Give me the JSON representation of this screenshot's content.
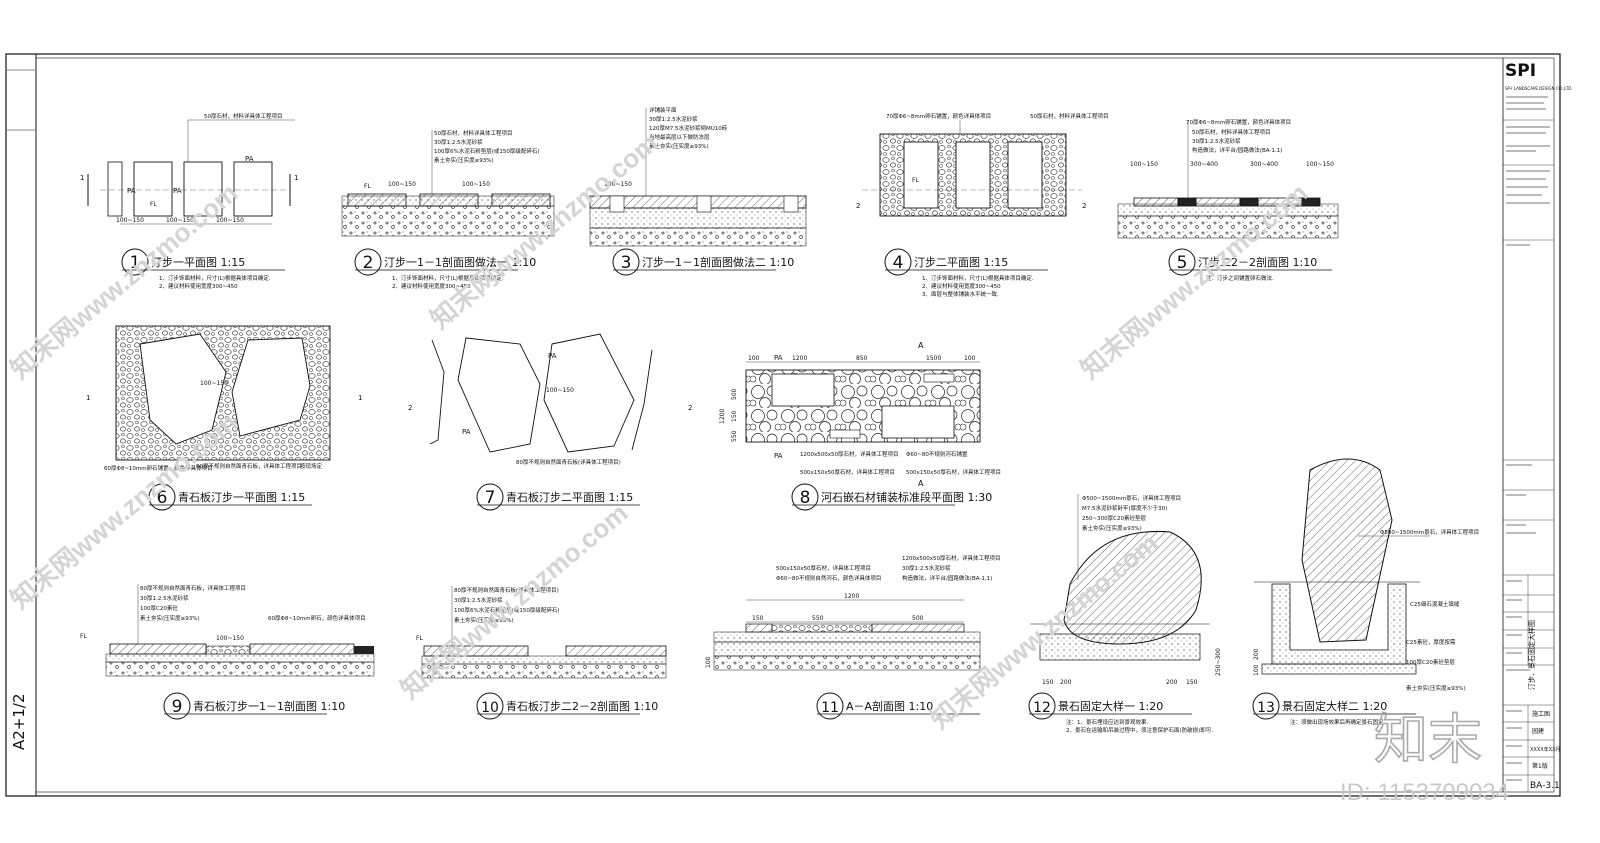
{
  "sheet": {
    "size_label": "A2+1/2",
    "firm": "SPI",
    "firm_sub": "SP-I LANDSCAPE DESIGN CO.,LTD.",
    "drawing_title": "汀步、景石固定大样图",
    "drawing_no": "BA-3.1",
    "stage": "施工图",
    "discipline": "园建",
    "date": "XXXX年XX月",
    "page_label": "第1版"
  },
  "details": [
    {
      "num": "1",
      "title": "汀步一平面图",
      "scale": "1:15",
      "notes": [
        "1、汀步饰面材料，尺寸(L)根据具体项目确定.",
        "2、建议材料使用宽度300~450"
      ],
      "callouts": [
        "50厚石材，材料详具体工程项目"
      ]
    },
    {
      "num": "2",
      "title": "汀步一1－1剖面图做法一",
      "scale": "1:10",
      "notes": [
        "1、汀步饰面材料，尺寸(L)根据具体项目确定.",
        "2、建议材料使用宽度300~450"
      ],
      "callouts": [
        "50厚石材，材料详具体工程项目",
        "30厚1:2.5水泥砂浆",
        "100厚6%水泥石粉垫层(或150厚级配碎石)",
        "素土夯实(压实度≥93%)"
      ]
    },
    {
      "num": "3",
      "title": "汀步一1－1剖面图做法二",
      "scale": "1:10",
      "notes": [],
      "callouts": [
        "详铺装平面",
        "30厚1:2.5水泥砂浆",
        "120厚M7.5水泥砂浆砌MU10砖",
        "当地最高层以下做防冻层",
        "素土夯实(压实度≥93%)"
      ]
    },
    {
      "num": "4",
      "title": "汀步二平面图",
      "scale": "1:15",
      "notes": [
        "1、汀步饰面材料，尺寸(L)根据具体项目确定.",
        "2、建议材料使用宽度300~450",
        "3、面层与整体铺装水平统一致."
      ],
      "callouts": [
        "70厚Φ6~8mm卵石铺置，颜色详具体项目",
        "50厚石材，材料详具体工程项目"
      ]
    },
    {
      "num": "5",
      "title": "汀步二2－2剖面图",
      "scale": "1:10",
      "notes": [
        "注：汀步之间铺置卵石做法."
      ],
      "callouts": [
        "70厚Φ6~8mm卵石铺置，颜色详具体项目",
        "50厚石材，材料详具体工程项目",
        "30厚1:2.5水泥砂浆",
        "构造做法，详平台/园路做法(BA-1.1)"
      ]
    },
    {
      "num": "6",
      "title": "青石板汀步一平面图",
      "scale": "1:15",
      "notes": [],
      "callouts": [
        "60厚Φ8~10mm卵石铺置，颜色详具体项目",
        "80厚不规则自然面青石板，详具体工程项目",
        "按现场定"
      ]
    },
    {
      "num": "7",
      "title": "青石板汀步二平面图",
      "scale": "1:15",
      "notes": [],
      "callouts": [
        "80厚不规则自然面青石板(详具体工程项目)"
      ]
    },
    {
      "num": "8",
      "title": "河石嵌石材铺装标准段平面图",
      "scale": "1:30",
      "notes": [],
      "callouts": [
        "1200x500x50厚石材，详具体工程项目",
        "Φ60~80不规则河石铺置",
        "500x150x50厚石材，详具体工程项目"
      ]
    },
    {
      "num": "9",
      "title": "青石板汀步一1－1剖面图",
      "scale": "1:10",
      "notes": [],
      "callouts": [
        "80厚不规则自然面青石板，详具体工程项目",
        "30厚1:2.5水泥砂浆",
        "100厚C20素砼",
        "素土夯实(压实度≥93%)",
        "60厚Φ8~10mm卵石，颜色详具体项目"
      ]
    },
    {
      "num": "10",
      "title": "青石板汀步二2－2剖面图",
      "scale": "1:10",
      "notes": [],
      "callouts": [
        "80厚不规则自然面青石板(详具体工程项目)",
        "30厚1:2.5水泥砂浆",
        "100厚6%水泥石粉垫层(或150厚级配碎石)",
        "素土夯实(压实度≥93%)"
      ]
    },
    {
      "num": "11",
      "title": "A－A剖面图",
      "scale": "1:10",
      "notes": [],
      "callouts": [
        "500x150x50厚石材，详具体工程项目",
        "Φ60~80不规则自然河石，颜色详具体项目",
        "1200x500x50厚石材，详具体工程项目",
        "30厚1:2.5水泥砂浆",
        "构造做法，详平台/园路做法(BA-1.1)"
      ]
    },
    {
      "num": "12",
      "title": "景石固定大样一",
      "scale": "1:20",
      "notes": [
        "注：1、景石埋设应达到景观效果.",
        "2、景石在运输和吊装过程中，须注意保护石面(防破损)即可."
      ],
      "callouts": [
        "Φ500~1500mm景石，详具体工程项目",
        "M7.5水泥砂浆卧牢(厚度不少于30)",
        "250~300厚C20素砼垫层",
        "素土夯实(压实度≥93%)"
      ]
    },
    {
      "num": "13",
      "title": "景石固定大样二",
      "scale": "1:20",
      "notes": [
        "注：须做出现场效果后再确定景石固定."
      ],
      "callouts": [
        "Φ500~1500mm景石，详具体工程项目",
        "C25细石混凝土填缝",
        "C25素砼，厚度按需",
        "100厚C20素砼垫层",
        "素土夯实(压实度≥93%)"
      ]
    }
  ],
  "dims": {
    "d1": [
      "100~150",
      "100~150",
      "100~150"
    ],
    "d2": "100~150",
    "d8_top": [
      "100",
      "1200",
      "850",
      "1500",
      "100"
    ],
    "d8_side": [
      "500",
      "1200",
      "150",
      "550"
    ],
    "d11": [
      "150",
      "550",
      "1200",
      "500",
      "100"
    ],
    "d12": [
      "150",
      "200",
      "200",
      "150",
      "250~300"
    ],
    "d13": [
      "200",
      "100"
    ],
    "d5": [
      "100~150",
      "300~400",
      "300~400",
      "100~150"
    ]
  },
  "labels": {
    "pa": "PA",
    "fl": "FL",
    "section_a": "A",
    "s1": "1",
    "s2": "2"
  },
  "watermark": {
    "text": "知末网www.znzmo.com",
    "brand": "知末",
    "id": "ID: 1153709034"
  },
  "colors": {
    "line": "#111111",
    "watermark": "#d4d4d4"
  }
}
